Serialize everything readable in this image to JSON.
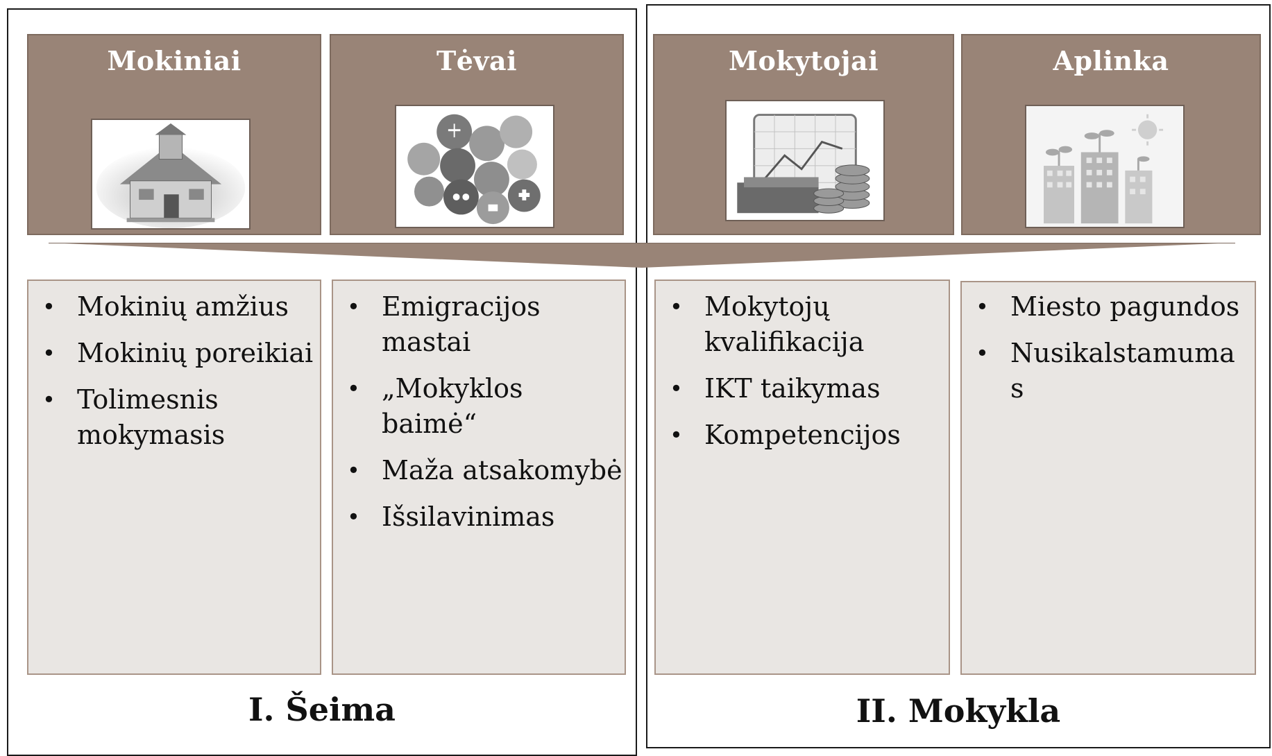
{
  "groups": [
    {
      "label": "I. Šeima",
      "categories": [
        {
          "title": "Mokiniai",
          "icon": "schoolhouse-icon",
          "items": [
            "Mokinių amžius",
            "Mokinių poreikiai",
            "Tolimesnis mokymasis"
          ]
        },
        {
          "title": "Tėvai",
          "icon": "family-needs-icons-cluster",
          "items": [
            "Emigracijos mastai",
            "„Mokyklos baimė“",
            "Maža atsakomybė",
            "Išsilavinimas"
          ]
        }
      ]
    },
    {
      "label": "II. Mokykla",
      "categories": [
        {
          "title": "Mokytojai",
          "icon": "finance-chart-coins-icon",
          "items": [
            "Mokytojų kvalifikacija",
            "IKT taikymas",
            "Kompetencijos"
          ]
        },
        {
          "title": "Aplinka",
          "icon": "city-buildings-plants-icon",
          "items": [
            "Miesto pagundos",
            "Nusikalstamuma s"
          ]
        }
      ]
    }
  ],
  "colors": {
    "header": "#998477",
    "content": "#e9e6e3",
    "border": "#a99487"
  }
}
